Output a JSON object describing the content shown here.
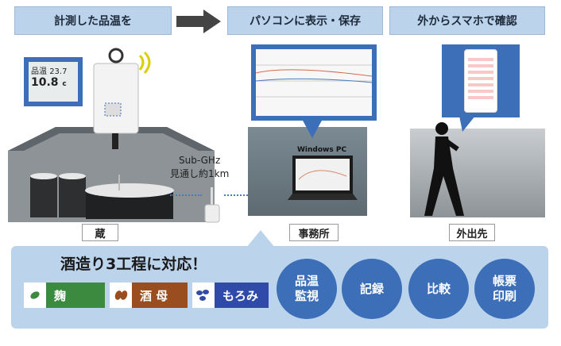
{
  "header": {
    "step1": "計測した品温を",
    "step2": "パソコンに表示・保存",
    "step3": "外からスマホで確認"
  },
  "sensor": {
    "display_line1_label": "品温",
    "display_line1_value": "23.7",
    "display_line2_value": "10.8",
    "display_unit": "c"
  },
  "link": {
    "line1": "Sub-GHz",
    "line2": "見通し約1km"
  },
  "pc": {
    "label": "Windows PC"
  },
  "locations": {
    "warehouse": "蔵",
    "office": "事務所",
    "outside": "外出先"
  },
  "bottom": {
    "title": "酒造り3工程に対応！",
    "stages": [
      {
        "label": "麹",
        "color": "#3b8a3f"
      },
      {
        "label": "酒 母",
        "color": "#9a4e1f"
      },
      {
        "label": "もろみ",
        "color": "#2f4aa8"
      }
    ],
    "features": [
      {
        "line1": "品温",
        "line2": "監視"
      },
      {
        "line1": "記録",
        "line2": ""
      },
      {
        "line1": "比較",
        "line2": ""
      },
      {
        "line1": "帳票",
        "line2": "印刷"
      }
    ]
  },
  "colors": {
    "accent": "#3c6fb8",
    "panel": "#bcd3ec"
  }
}
